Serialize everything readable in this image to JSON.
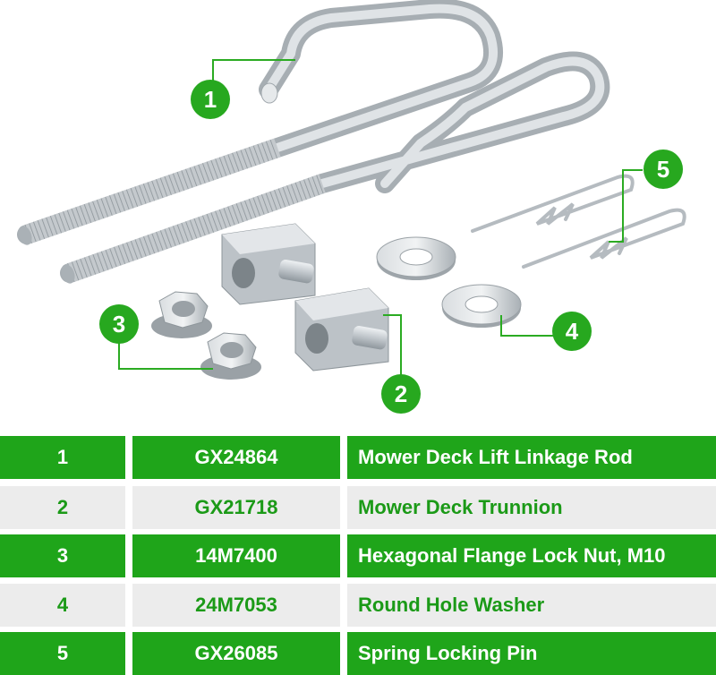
{
  "callouts": [
    "1",
    "2",
    "3",
    "4",
    "5"
  ],
  "parts": [
    {
      "index": "1",
      "part_number": "GX24864",
      "description": "Mower Deck Lift Linkage Rod"
    },
    {
      "index": "2",
      "part_number": "GX21718",
      "description": "Mower Deck Trunnion"
    },
    {
      "index": "3",
      "part_number": "14M7400",
      "description": "Hexagonal Flange Lock Nut, M10"
    },
    {
      "index": "4",
      "part_number": "24M7053",
      "description": "Round Hole Washer"
    },
    {
      "index": "5",
      "part_number": "GX26085",
      "description": "Spring Locking Pin"
    }
  ],
  "colors": {
    "accent_green": "#1fa51a",
    "row_gray": "#ececec",
    "metal": "#c9ced2"
  }
}
